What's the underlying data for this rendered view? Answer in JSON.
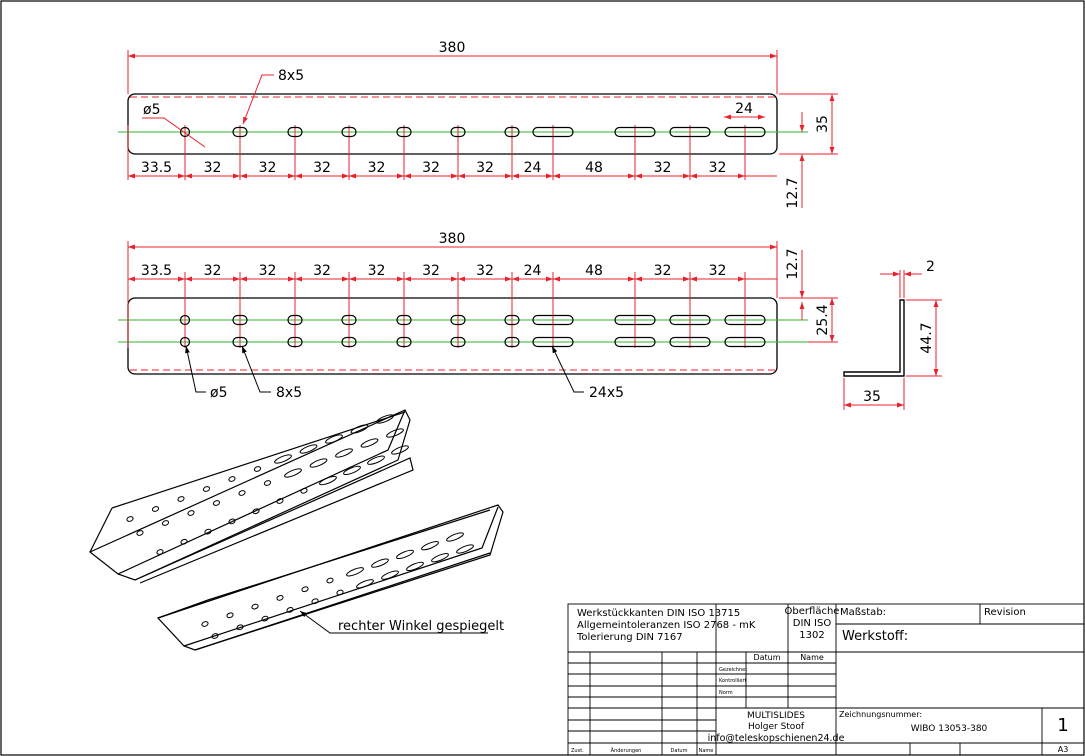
{
  "colors": {
    "outline": "#000000",
    "dimension": "#e8212d",
    "centerline": "#2fb62f",
    "paper": "#ffffff"
  },
  "top_view": {
    "overall": "380",
    "height": "35",
    "offset": "12.7",
    "slot_width": "24",
    "hole_label": "ø5",
    "slot_label": "8x5",
    "spacings": [
      "33.5",
      "32",
      "32",
      "32",
      "32",
      "32",
      "32",
      "24",
      "48",
      "32",
      "32"
    ]
  },
  "bottom_view": {
    "overall": "380",
    "offset": "12.7",
    "row_pitch": "25.4",
    "spacings": [
      "33.5",
      "32",
      "32",
      "32",
      "32",
      "32",
      "32",
      "24",
      "48",
      "32",
      "32"
    ],
    "hole_label": "ø5",
    "slot_label": "8x5",
    "long_slot_label": "24x5"
  },
  "section_view": {
    "thickness": "2",
    "height": "44.7",
    "width": "35"
  },
  "iso_view": {
    "mirror_note": "rechter Winkel gespiegelt"
  },
  "title_block": {
    "notes": [
      "Werkstückkanten DIN ISO 13715",
      "Allgemeintoleranzen ISO 2768 - mK",
      "Tolerierung DIN 7167"
    ],
    "surface": [
      "Oberfläche",
      "DIN ISO",
      "1302"
    ],
    "scale_label": "Maßstab:",
    "revision_label": "Revision",
    "material_label": "Werkstoff:",
    "col_datum": "Datum",
    "col_name": "Name",
    "rows": [
      "Gezeichnet",
      "Kontrolliert",
      "Norm"
    ],
    "company": [
      "MULTISLIDES",
      "Holger Stoof",
      "info@teleskopschienen24.de"
    ],
    "drawing_number_label": "Zeichnungsnummer:",
    "drawing_number": "WIBO 13053-380",
    "sheet": "1",
    "format": "A3",
    "footer": [
      "Zust.",
      "Änderungen",
      "Datum",
      "Name"
    ]
  }
}
